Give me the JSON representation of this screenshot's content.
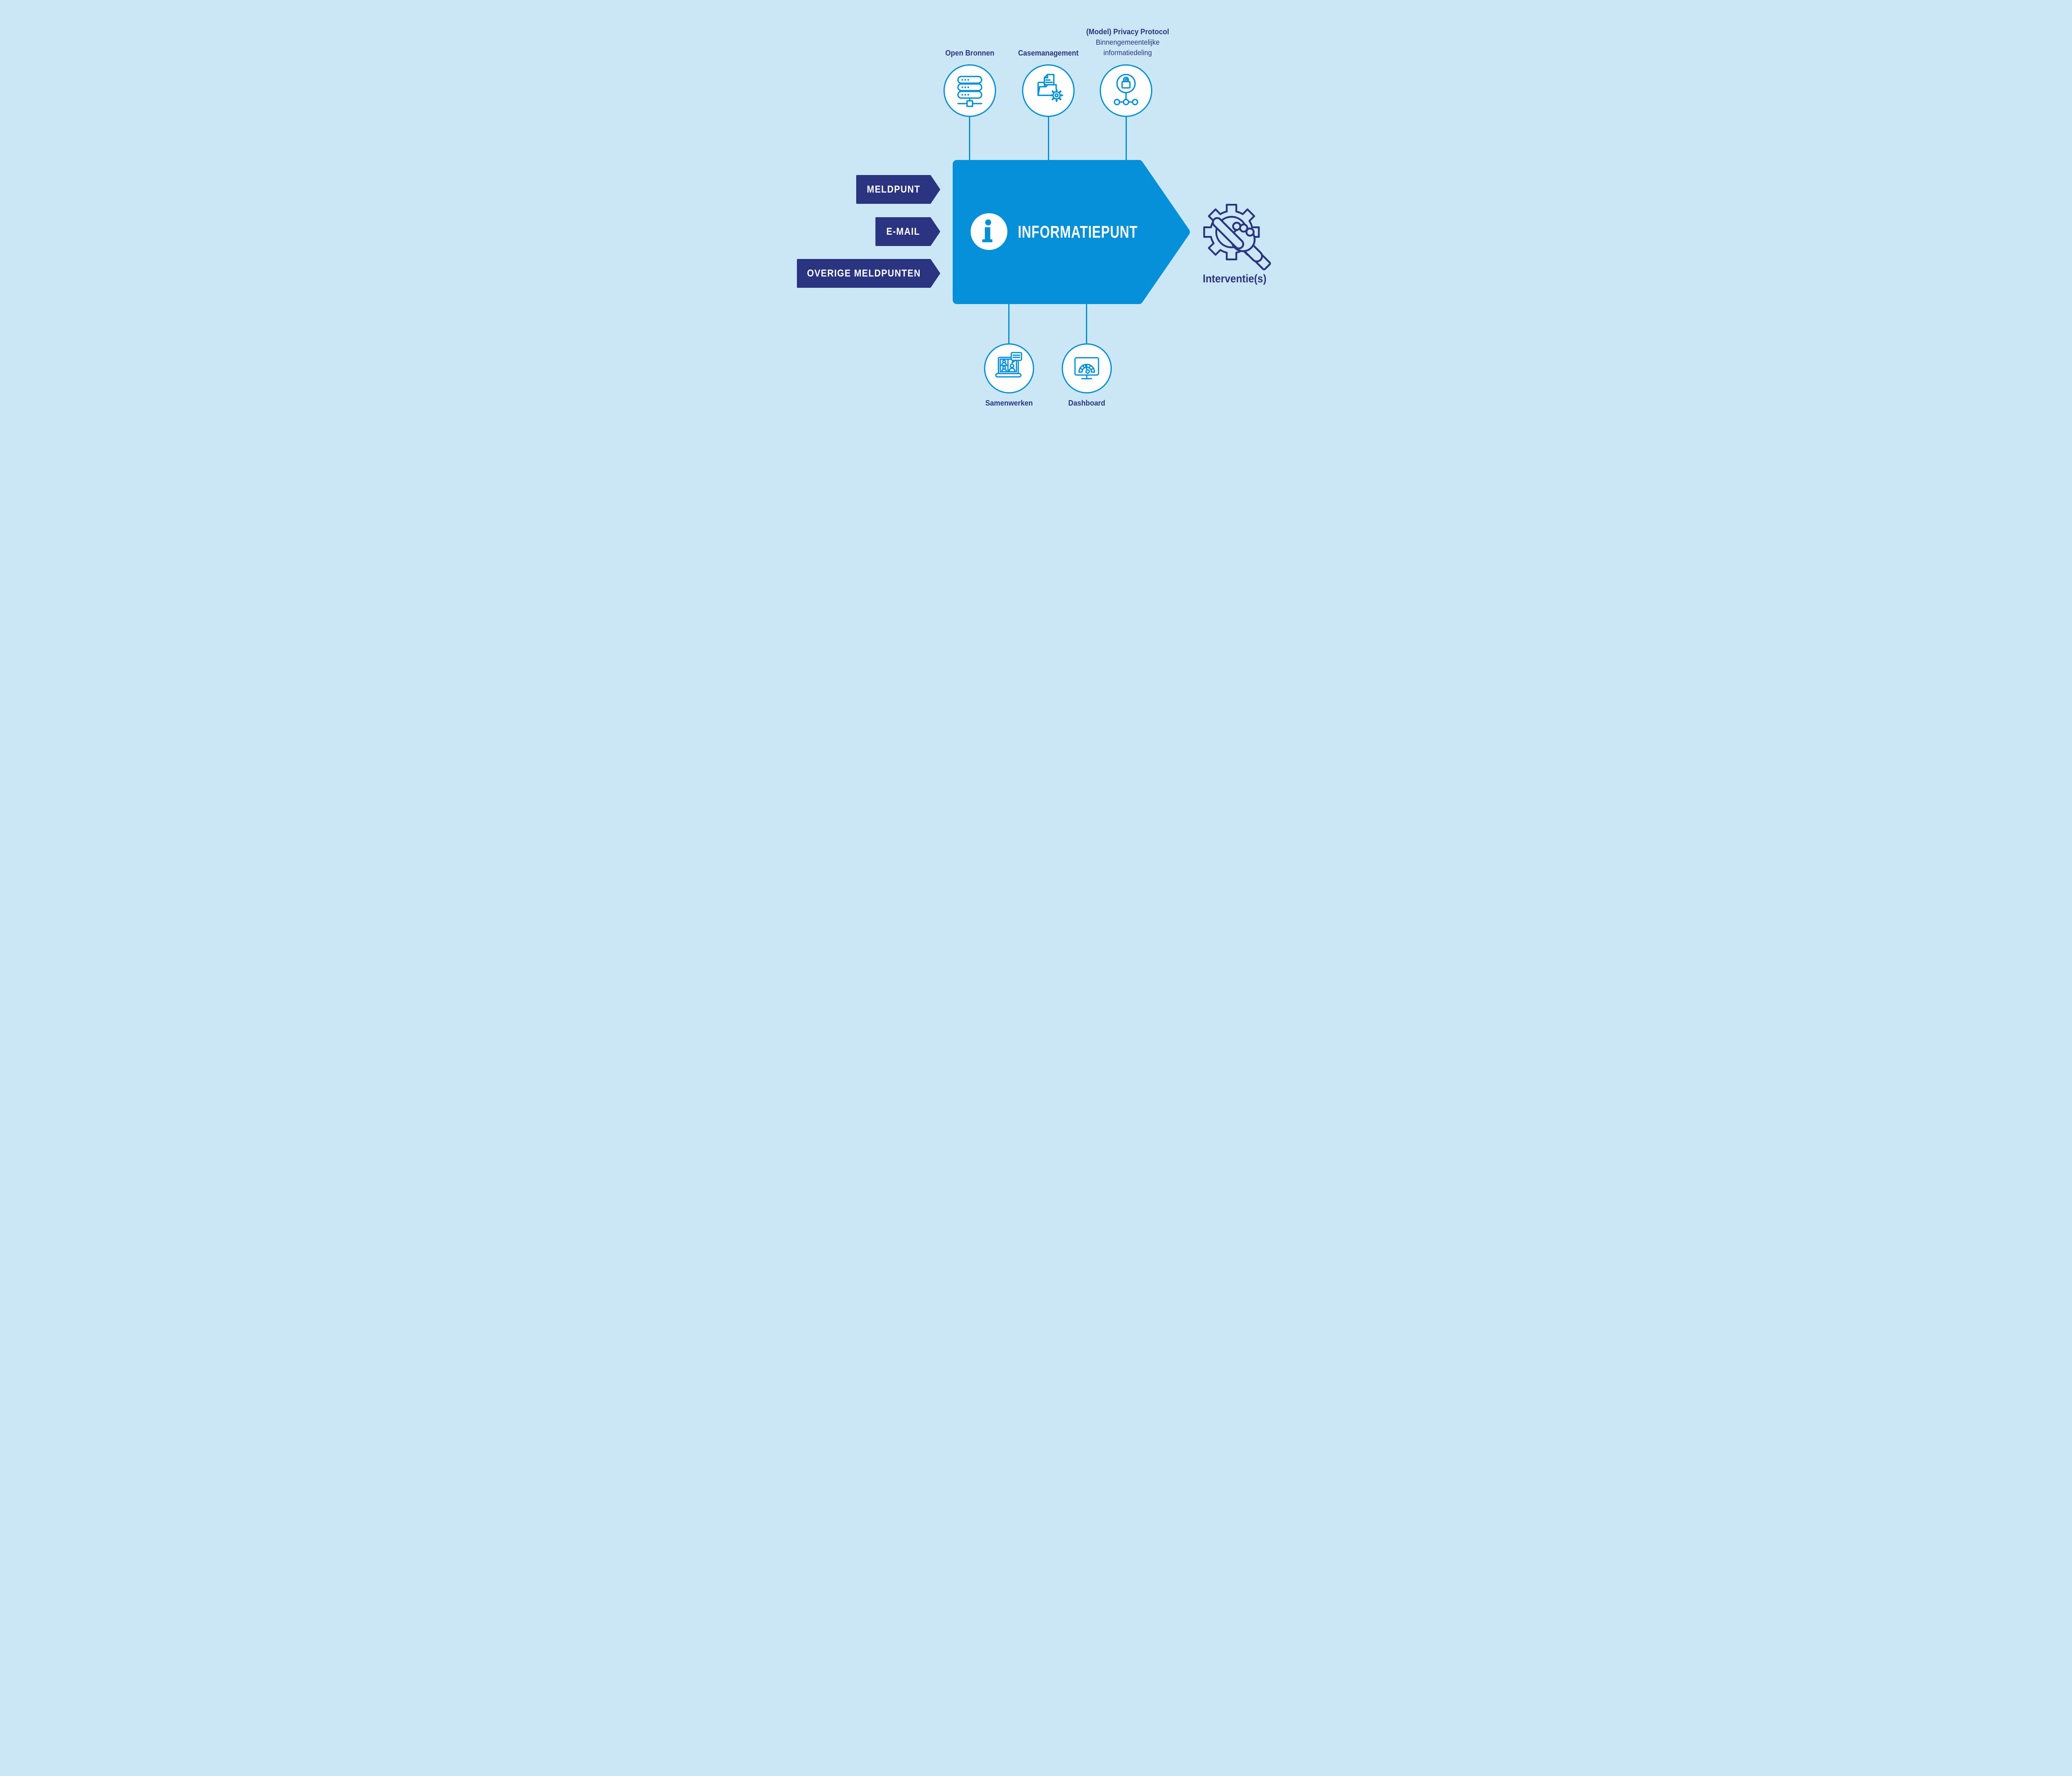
{
  "palette": {
    "background": "#cbe7f5",
    "accent_blue": "#0590d9",
    "navy": "#2b3480",
    "white": "#ffffff"
  },
  "center": {
    "label": "INFORMATIEPUNT",
    "icon": "info-icon"
  },
  "inputs": [
    {
      "label": "MELDPUNT"
    },
    {
      "label": "E-MAIL"
    },
    {
      "label": "OVERIGE MELDPUNTEN"
    }
  ],
  "top_nodes": [
    {
      "label": "Open Bronnen",
      "icon": "server-icon"
    },
    {
      "label": "Casemanagement",
      "icon": "case-folder-gear-icon"
    },
    {
      "label": "(Model) Privacy Protocol",
      "sublabel_line1": "Binnengemeentelijke",
      "sublabel_line2": "informatiedeling",
      "icon": "privacy-lock-network-icon"
    }
  ],
  "bottom_nodes": [
    {
      "label": "Samenwerken",
      "icon": "video-call-laptop-icon"
    },
    {
      "label": "Dashboard",
      "icon": "dashboard-gauge-icon"
    }
  ],
  "output": {
    "label": "Interventie(s)",
    "icon": "gear-hand-icon"
  }
}
